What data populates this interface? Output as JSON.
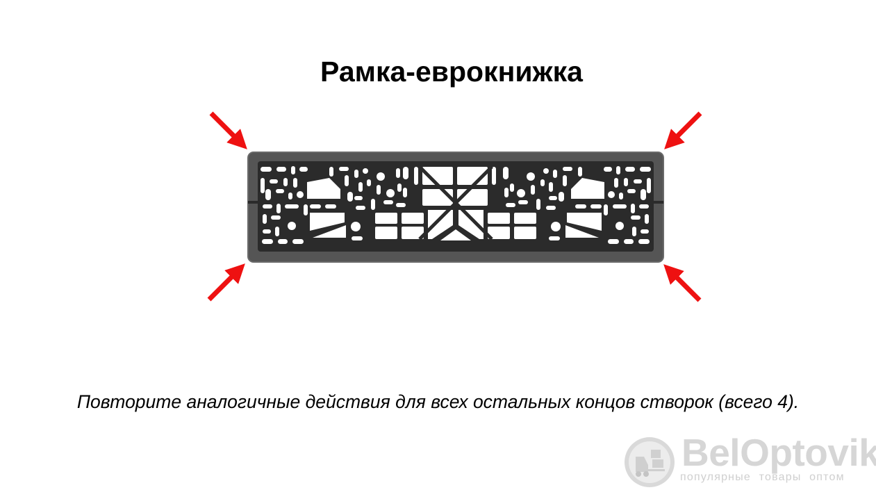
{
  "slide": {
    "title": "Рамка-еврокнижка",
    "caption": "Повторите аналогичные действия для всех остальных концов створок (всего 4)."
  },
  "watermark": {
    "brand": "BelOptovik",
    "tagline": "популярные товары оптом"
  },
  "colors": {
    "arrow": "#ee1111",
    "frame": "#555555",
    "frame_inner": "#2b2b2b",
    "cutout": "#ffffff",
    "watermark": "#d6d6d6"
  },
  "icons": {
    "arrows": [
      "arrow-top-left-icon",
      "arrow-top-right-icon",
      "arrow-bottom-left-icon",
      "arrow-bottom-right-icon"
    ],
    "logo": "forklift-boxes-icon"
  }
}
